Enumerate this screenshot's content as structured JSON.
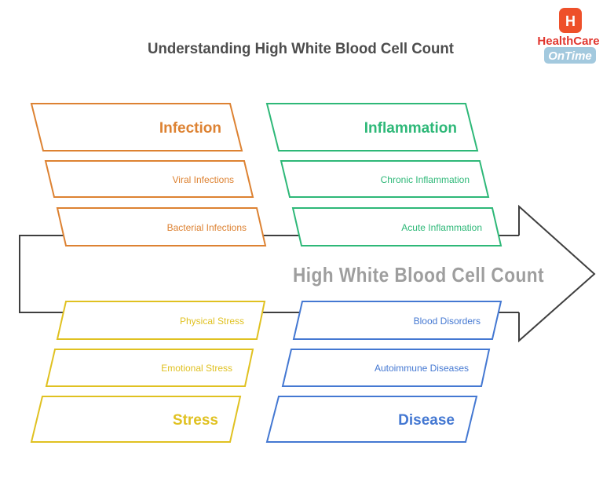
{
  "title": "Understanding High White Blood Cell Count",
  "center_label": "High White Blood Cell Count",
  "colors": {
    "line": "#3f3f3f",
    "title_text": "#4d4d4d",
    "center_text": "#9e9e9e",
    "shape_fill": "#ffffff"
  },
  "logo": {
    "badge_letter": "H",
    "name": "HealthCare",
    "tagline": "OnTime",
    "badge_color": "#ee502a",
    "name_color": "#e1372f",
    "tagline_bg": "#a3c9de",
    "tagline_color": "#ffffff"
  },
  "groups": [
    {
      "name": "Infection",
      "color": "#dd8232",
      "items": [
        "Viral Infections",
        "Bacterial Infections"
      ]
    },
    {
      "name": "Inflammation",
      "color": "#2eb878",
      "items": [
        "Chronic Inflammation",
        "Acute Inflammation"
      ]
    },
    {
      "name": "Stress",
      "color": "#e0c121",
      "items": [
        "Physical Stress",
        "Emotional Stress"
      ]
    },
    {
      "name": "Disease",
      "color": "#4478d2",
      "items": [
        "Blood Disorders",
        "Autoimmune Diseases"
      ]
    }
  ]
}
